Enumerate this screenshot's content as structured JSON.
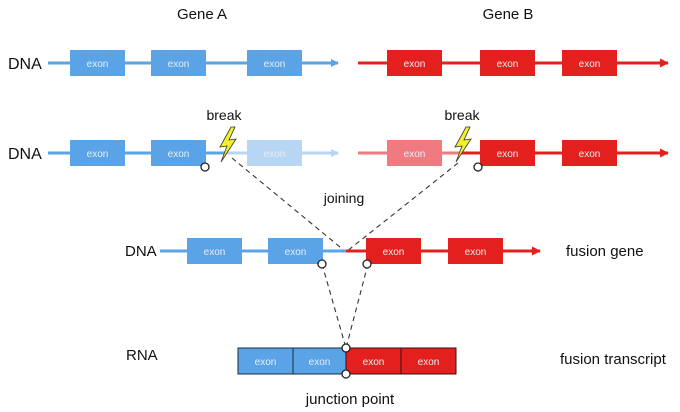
{
  "colors": {
    "gene_a": "#5aa3e6",
    "gene_a_faded": "#b7d6f3",
    "gene_b": "#e3201e",
    "gene_b_faded": "#f07a80",
    "text": "#111111",
    "break_bolt": "#f4ef2c"
  },
  "headers": {
    "gene_a": "Gene A",
    "gene_b": "Gene B"
  },
  "row_labels": {
    "dna_1": "DNA",
    "dna_2": "DNA",
    "dna_fusion": "DNA",
    "rna": "RNA"
  },
  "annotations": {
    "break_a": "break",
    "break_b": "break",
    "joining": "joining",
    "fusion_gene": "fusion gene",
    "fusion_transcript": "fusion transcript",
    "junction_point": "junction point"
  },
  "exon_label": "exon",
  "icons": {
    "break_a": "lightning-bolt-icon",
    "break_b": "lightning-bolt-icon",
    "breakpoint_markers": "circle-marker-icon"
  }
}
